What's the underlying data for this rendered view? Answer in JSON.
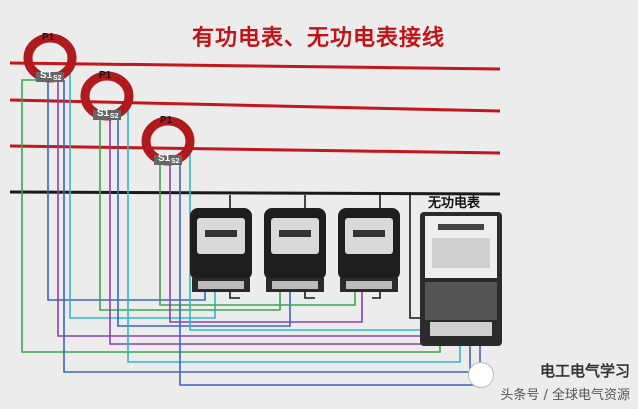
{
  "title": "有功电表、无功电表接线",
  "reactive_meter_label": "无功电表",
  "current_transformers": [
    {
      "primary": "P1",
      "s1": "S1",
      "s2": "S2"
    },
    {
      "primary": "P1",
      "s1": "S1",
      "s2": "S2"
    },
    {
      "primary": "P1",
      "s1": "S1",
      "s2": "S2"
    }
  ],
  "watermark": {
    "line1": "电工电气学习",
    "line2": "头条号 / 全球电气资源"
  },
  "colors": {
    "phase_line": "#c4161c",
    "neutral_line": "#1a1a1a",
    "title": "#c0141b",
    "meter_body": "#1e1e1e",
    "wire_green": "#3aa64a",
    "wire_blue": "#3b63c9",
    "wire_purple": "#8a3fb3",
    "wire_cyan": "#31b5cf",
    "wire_gray": "#9a9a9a"
  }
}
